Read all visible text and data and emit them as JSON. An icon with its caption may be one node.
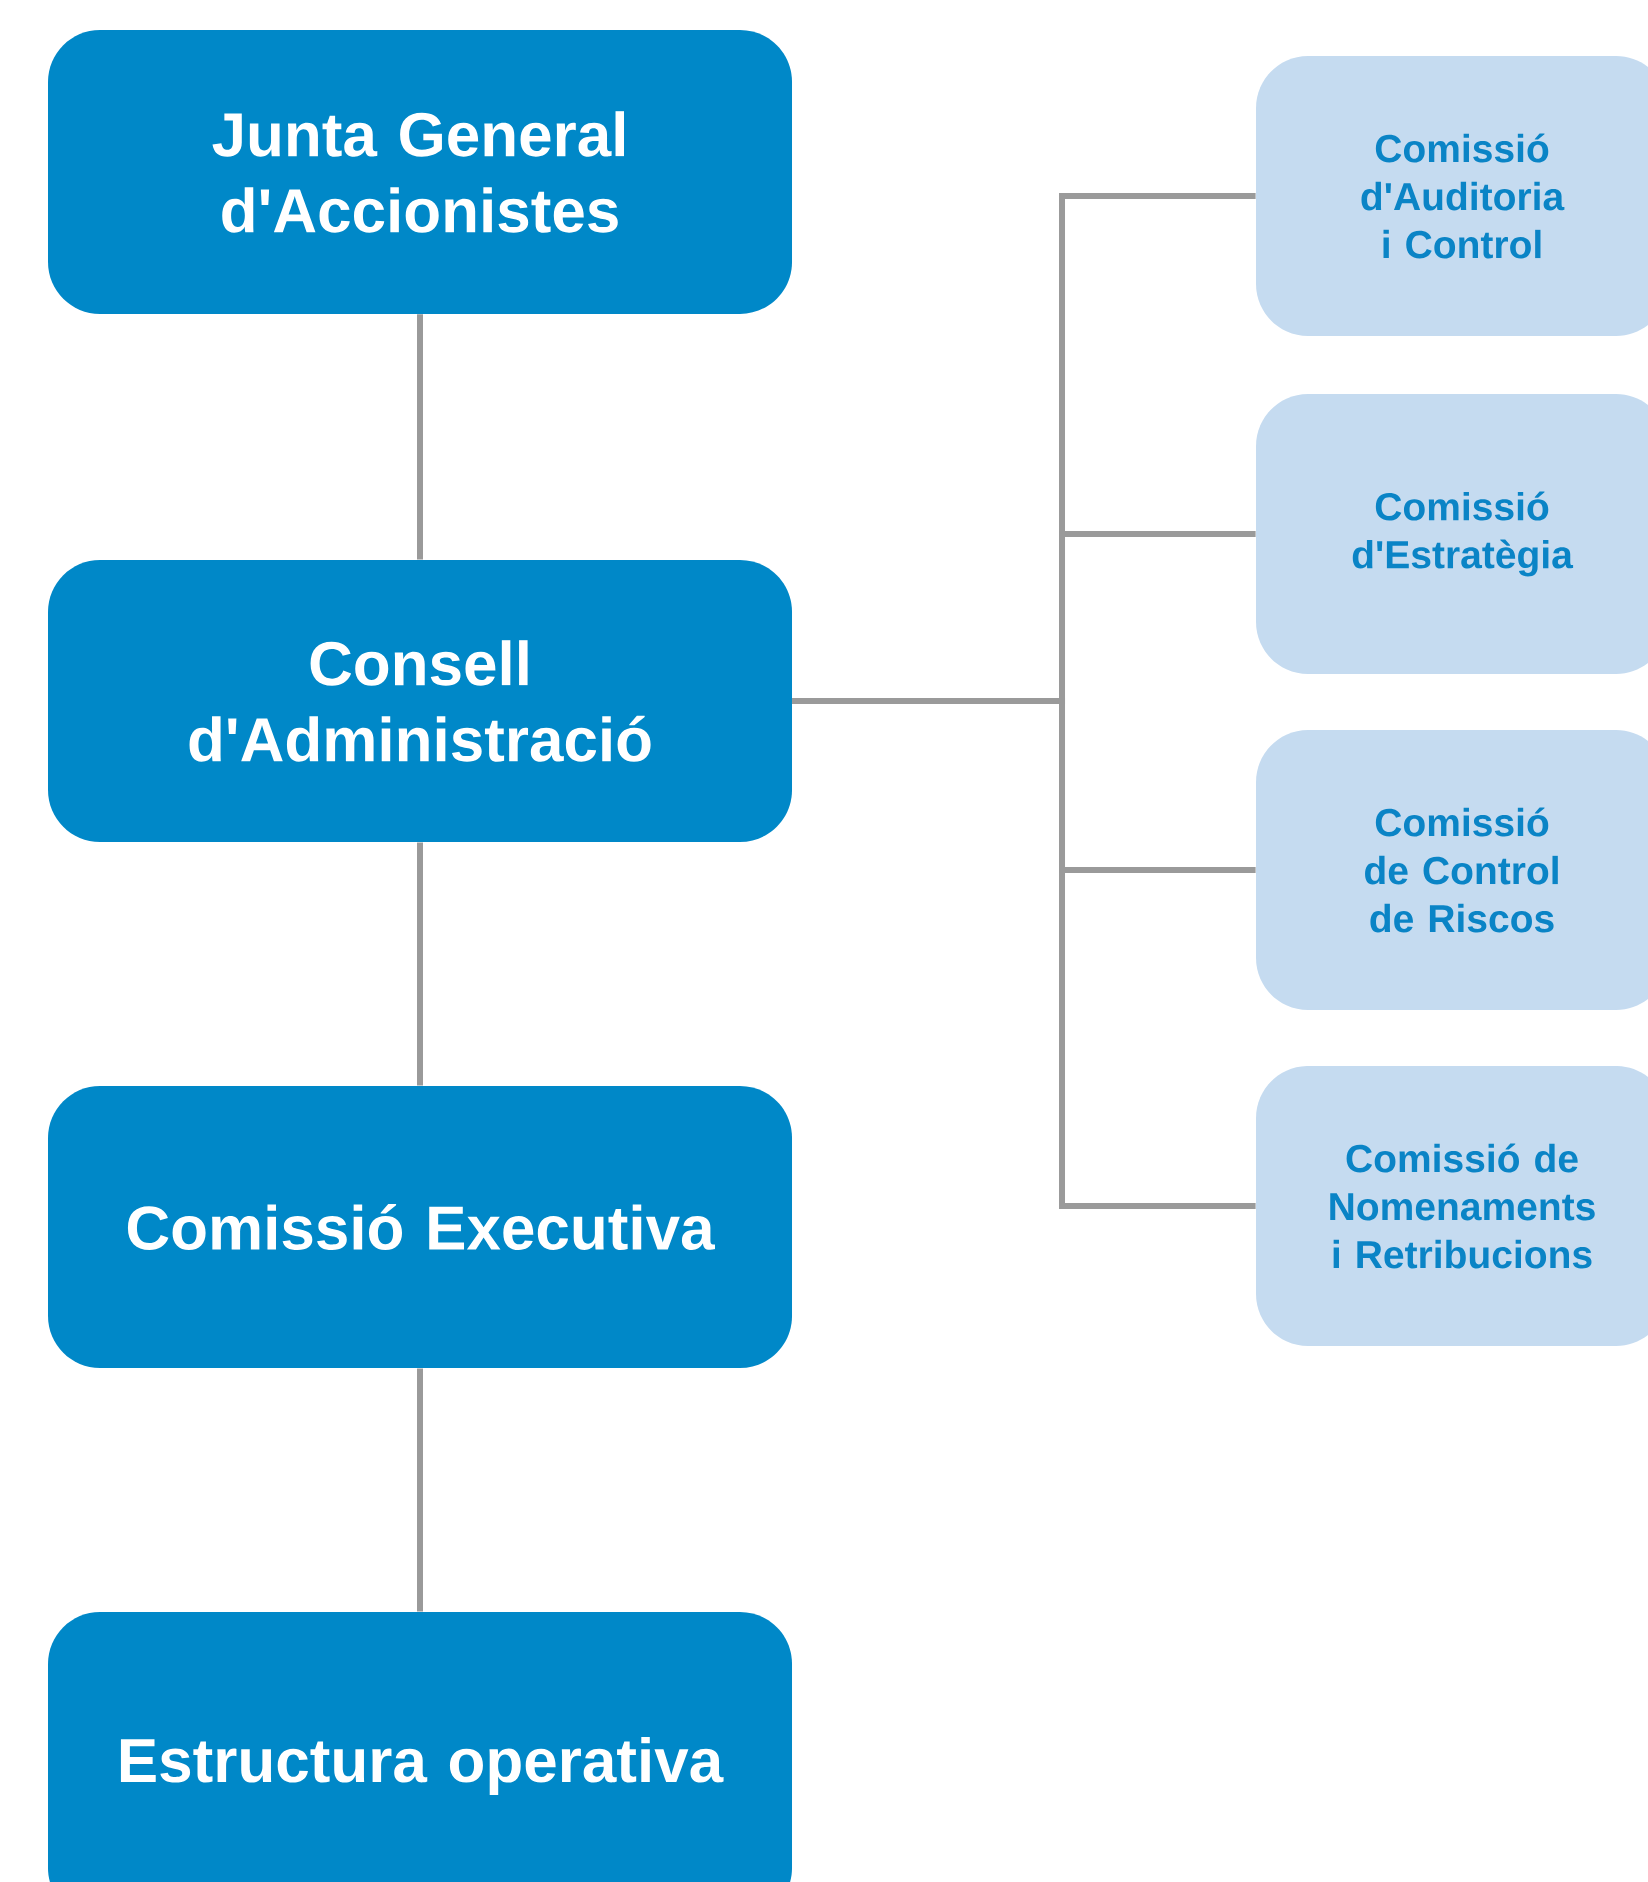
{
  "diagram": {
    "nodes": [
      {
        "text": [
          "Junta General d'Accionistes"
        ]
      },
      {
        "text": [
          "Consell d'Administració"
        ]
      },
      {
        "text": [
          "Comissió Executiva"
        ]
      },
      {
        "text": [
          "Estructura operativa"
        ]
      },
      {
        "text": [
          "Comissió d'Auditoria i Control"
        ]
      },
      {
        "text": [
          "Comissió d'Estratègia"
        ]
      },
      {
        "text": [
          "Comissió de Control de Riscos"
        ]
      },
      {
        "text": [
          "Comissió de Nomenaments i Retribucions"
        ]
      }
    ],
    "edges": [
      {
        "from": 0,
        "to": 1,
        "arrow": "none"
      },
      {
        "from": 1,
        "to": 2,
        "arrow": "none"
      },
      {
        "from": 2,
        "to": 3,
        "arrow": "none"
      },
      {
        "from": 1,
        "to": 4,
        "arrow": "none"
      },
      {
        "from": 1,
        "to": 5,
        "arrow": "none"
      },
      {
        "from": 1,
        "to": 6,
        "arrow": "none"
      },
      {
        "from": 1,
        "to": 7,
        "arrow": "none"
      }
    ]
  }
}
